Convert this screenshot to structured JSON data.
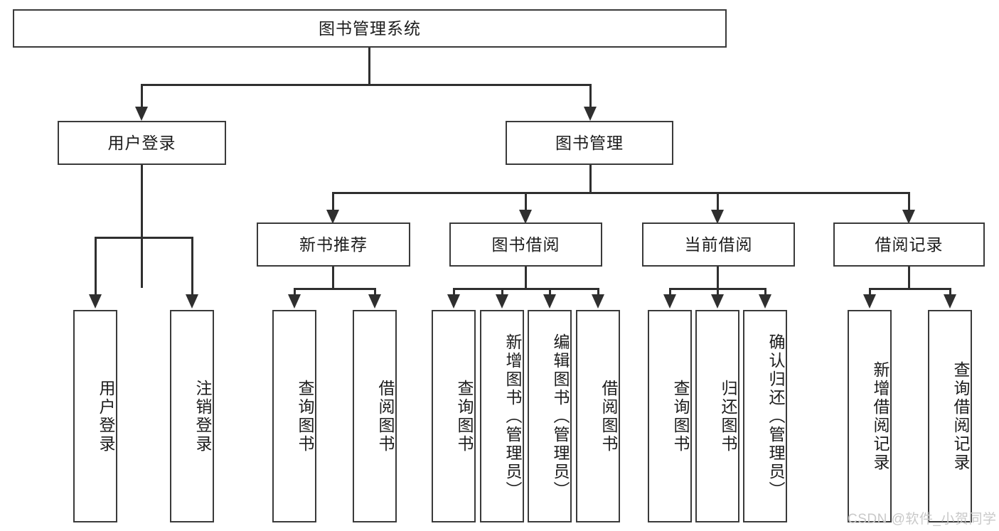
{
  "diagram": {
    "type": "tree-hierarchy",
    "root": {
      "label": "图书管理系统"
    },
    "level2": [
      {
        "label": "用户登录"
      },
      {
        "label": "图书管理"
      }
    ],
    "level3": [
      {
        "label": "新书推荐"
      },
      {
        "label": "图书借阅"
      },
      {
        "label": "当前借阅"
      },
      {
        "label": "借阅记录"
      }
    ],
    "leaves": {
      "user_login": [
        {
          "label": "用户登录"
        },
        {
          "label": "注销登录"
        }
      ],
      "new_book_recommend": [
        {
          "label": "查询图书"
        },
        {
          "label": "借阅图书"
        }
      ],
      "book_borrow": [
        {
          "label": "查询图书"
        },
        {
          "label": "新增图书（管理员）"
        },
        {
          "label": "编辑图书（管理员）"
        },
        {
          "label": "借阅图书"
        }
      ],
      "current_borrow": [
        {
          "label": "查询图书"
        },
        {
          "label": "归还图书"
        },
        {
          "label": "确认归还（管理员）"
        }
      ],
      "borrow_record": [
        {
          "label": "新增借阅记录"
        },
        {
          "label": "查询借阅记录"
        }
      ]
    }
  },
  "watermark": {
    "text": "CSDN @软件_小贺同学"
  },
  "colors": {
    "border": "#3a3a3a",
    "line": "#2f2f2f",
    "text": "#1c1c1c",
    "background": "#ffffff",
    "watermark": "#c9c9c9"
  }
}
